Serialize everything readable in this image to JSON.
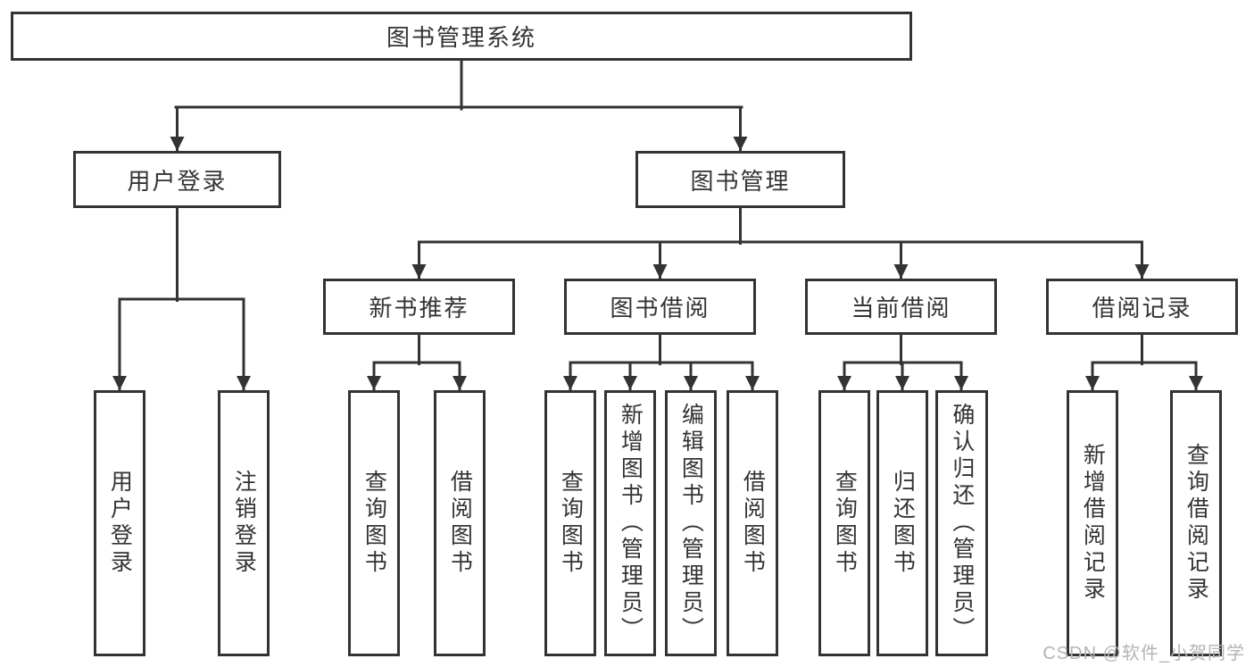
{
  "diagram": {
    "title": "图书管理系统",
    "branches": [
      {
        "label": "用户登录",
        "children": [
          {
            "label": "用户登录"
          },
          {
            "label": "注销登录"
          }
        ]
      },
      {
        "label": "图书管理",
        "children": [
          {
            "label": "新书推荐",
            "children": [
              {
                "label": "查询图书"
              },
              {
                "label": "借阅图书"
              }
            ]
          },
          {
            "label": "图书借阅",
            "children": [
              {
                "label": "查询图书"
              },
              {
                "label": "新增图书（管理员）"
              },
              {
                "label": "编辑图书（管理员）"
              },
              {
                "label": "借阅图书"
              }
            ]
          },
          {
            "label": "当前借阅",
            "children": [
              {
                "label": "查询图书"
              },
              {
                "label": "归还图书"
              },
              {
                "label": "确认归还（管理员）"
              }
            ]
          },
          {
            "label": "借阅记录",
            "children": [
              {
                "label": "新增借阅记录"
              },
              {
                "label": "查询借阅记录"
              }
            ]
          }
        ]
      }
    ]
  },
  "watermark": {
    "text": "CSDN @软件_小贺同学"
  },
  "colors": {
    "line": "#333333",
    "text": "#333333",
    "background": "#ffffff",
    "box_background": "#ffffff",
    "watermark": "#b4b4b4"
  }
}
